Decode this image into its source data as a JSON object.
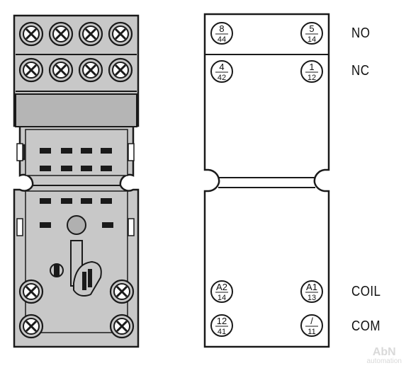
{
  "terminals_top_row": [
    {
      "top": "8",
      "bottom": "44"
    },
    {
      "top": "5",
      "bottom": "14"
    }
  ],
  "terminals_second_row": [
    {
      "top": "4",
      "bottom": "42"
    },
    {
      "top": "1",
      "bottom": "12"
    }
  ],
  "terminals_coil_row": [
    {
      "top": "A2",
      "bottom": "14"
    },
    {
      "top": "A1",
      "bottom": "13"
    }
  ],
  "terminals_com_row": [
    {
      "top": "12",
      "bottom": "41"
    },
    {
      "top": "/",
      "bottom": "11"
    }
  ],
  "labels": {
    "no": "NO",
    "nc": "NC",
    "coil": "COIL",
    "com": "COM"
  },
  "watermark": {
    "line1": "AbN",
    "line2": "automation"
  },
  "colors": {
    "socket_fill": "#c8c8c8",
    "socket_dark": "#a9a9a9",
    "outline": "#1a1a1a"
  }
}
